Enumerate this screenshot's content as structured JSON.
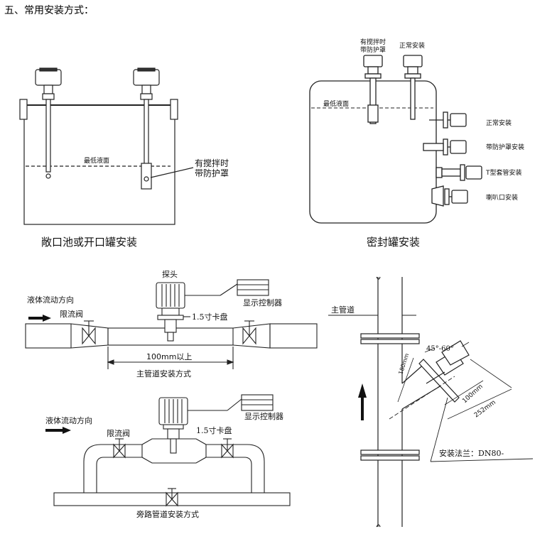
{
  "heading": "五、常用安装方式：",
  "open_tank": {
    "caption": "敞口池或开口罐安装",
    "min_level": "最低液面",
    "shield_label_1": "有搅拌时",
    "shield_label_2": "带防护罩"
  },
  "sealed_tank": {
    "caption": "密封罐安装",
    "top_label_1_line1": "有搅拌时",
    "top_label_1_line2": "带防护罩",
    "top_label_2": "正常安装",
    "min_level": "最低液面",
    "side_labels": [
      "正常安装",
      "带防护罩安装",
      "T型套管安装",
      "喇叭口安装"
    ]
  },
  "main_pipe": {
    "caption": "主管道安装方式",
    "flow_direction": "液体流动方向",
    "valve": "限流阀",
    "probe": "探头",
    "controller": "显示控制器",
    "clamp": "1.5寸卡盘",
    "distance": "100mm以上"
  },
  "bypass_pipe": {
    "caption": "旁路管道安装方式",
    "flow_direction": "液体流动方向",
    "valve": "限流阀",
    "controller": "显示控制器",
    "clamp": "1.5寸卡盘"
  },
  "inclined": {
    "main_pipe": "主管道",
    "angle": "45°-60°",
    "dim_180": "180mm",
    "dim_100": "100mm",
    "dim_252": "252mm",
    "flange": "安装法兰：DN80-"
  }
}
